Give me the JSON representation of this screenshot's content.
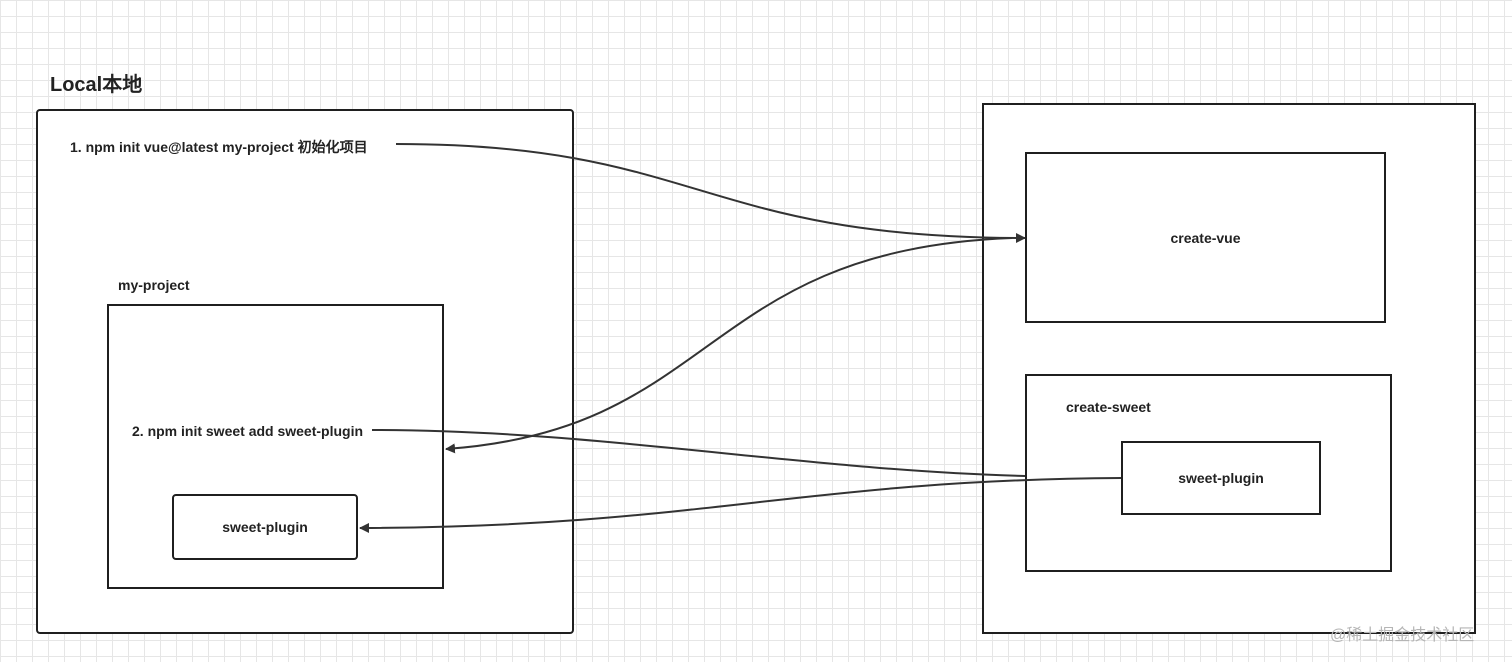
{
  "local": {
    "title": "Local本地",
    "step1": "1. npm init vue@latest my-project 初始化项目",
    "project_label": "my-project",
    "step2": "2. npm init sweet add sweet-plugin",
    "local_plugin": "sweet-plugin"
  },
  "remote": {
    "create_vue": "create-vue",
    "create_sweet": "create-sweet",
    "remote_plugin": "sweet-plugin"
  },
  "watermark": "@稀土掘金技术社区"
}
